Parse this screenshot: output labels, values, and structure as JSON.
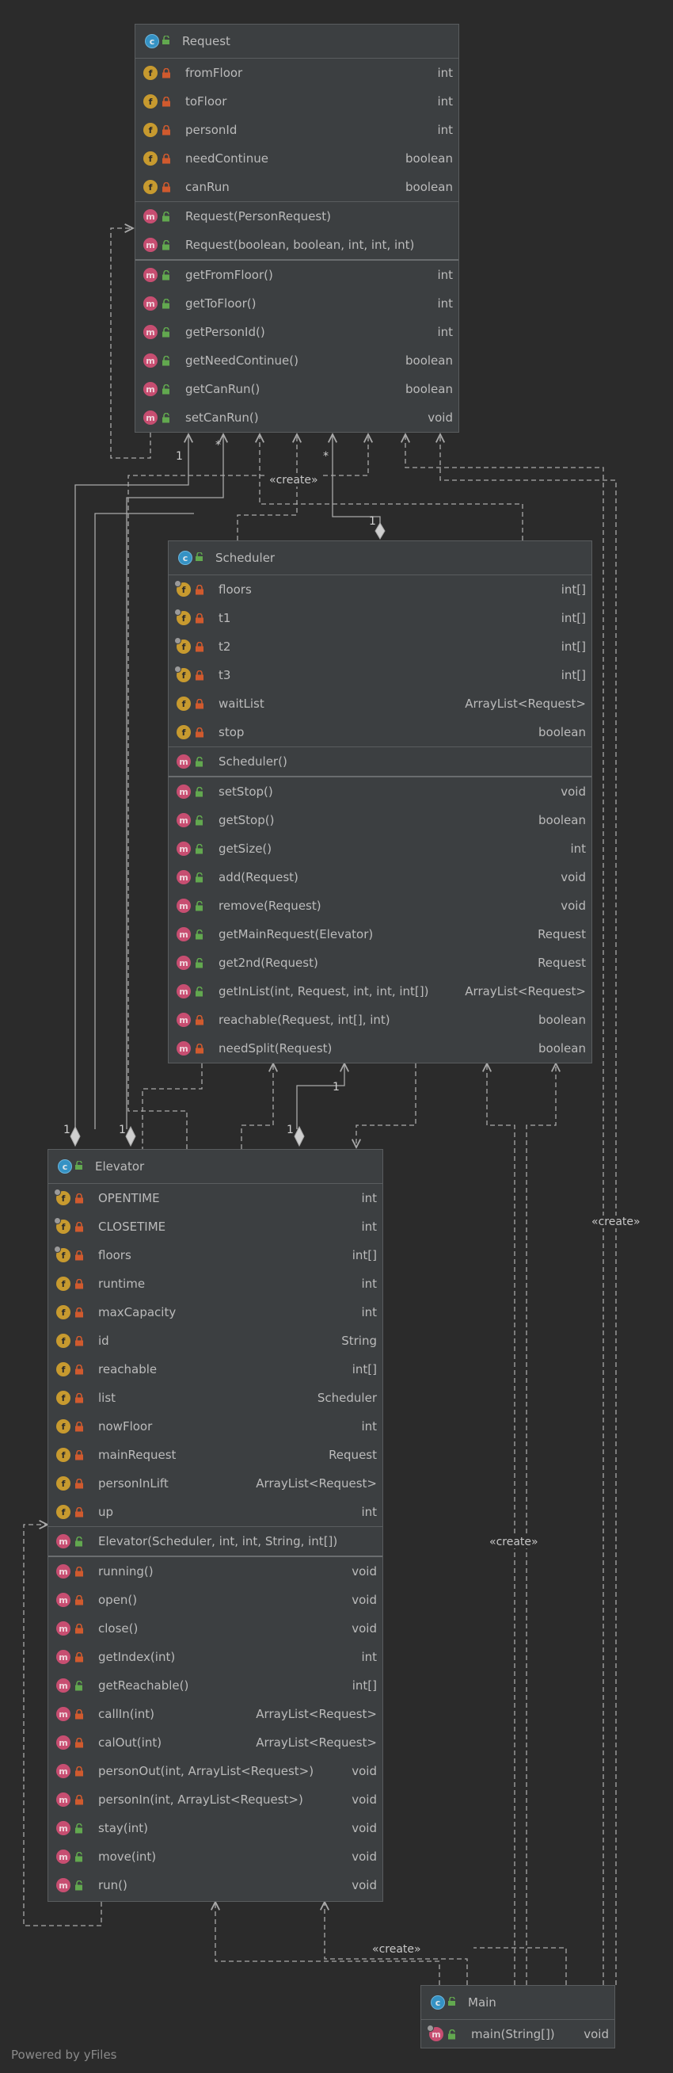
{
  "classes": {
    "request": {
      "name": "Request",
      "fields": [
        {
          "name": "fromFloor",
          "type": "int",
          "icon": "f",
          "vis": "private"
        },
        {
          "name": "toFloor",
          "type": "int",
          "icon": "f",
          "vis": "private"
        },
        {
          "name": "personId",
          "type": "int",
          "icon": "f",
          "vis": "private"
        },
        {
          "name": "needContinue",
          "type": "boolean",
          "icon": "f",
          "vis": "private"
        },
        {
          "name": "canRun",
          "type": "boolean",
          "icon": "f",
          "vis": "private"
        }
      ],
      "constructors": [
        {
          "name": "Request(PersonRequest)",
          "type": "",
          "icon": "m",
          "vis": "public"
        },
        {
          "name": "Request(boolean, boolean, int, int, int)",
          "type": "",
          "icon": "m",
          "vis": "public"
        }
      ],
      "methods": [
        {
          "name": "getFromFloor()",
          "type": "int",
          "icon": "m",
          "vis": "public"
        },
        {
          "name": "getToFloor()",
          "type": "int",
          "icon": "m",
          "vis": "public"
        },
        {
          "name": "getPersonId()",
          "type": "int",
          "icon": "m",
          "vis": "public"
        },
        {
          "name": "getNeedContinue()",
          "type": "boolean",
          "icon": "m",
          "vis": "public"
        },
        {
          "name": "getCanRun()",
          "type": "boolean",
          "icon": "m",
          "vis": "public"
        },
        {
          "name": "setCanRun()",
          "type": "void",
          "icon": "m",
          "vis": "public"
        }
      ]
    },
    "scheduler": {
      "name": "Scheduler",
      "fields": [
        {
          "name": "floors",
          "type": "int[]",
          "icon": "f",
          "vis": "private",
          "static": true
        },
        {
          "name": "t1",
          "type": "int[]",
          "icon": "f",
          "vis": "private",
          "static": true
        },
        {
          "name": "t2",
          "type": "int[]",
          "icon": "f",
          "vis": "private",
          "static": true
        },
        {
          "name": "t3",
          "type": "int[]",
          "icon": "f",
          "vis": "private",
          "static": true
        },
        {
          "name": "waitList",
          "type": "ArrayList<Request>",
          "icon": "f",
          "vis": "private"
        },
        {
          "name": "stop",
          "type": "boolean",
          "icon": "f",
          "vis": "private"
        }
      ],
      "constructors": [
        {
          "name": "Scheduler()",
          "type": "",
          "icon": "m",
          "vis": "public"
        }
      ],
      "methods": [
        {
          "name": "setStop()",
          "type": "void",
          "icon": "m",
          "vis": "public"
        },
        {
          "name": "getStop()",
          "type": "boolean",
          "icon": "m",
          "vis": "public"
        },
        {
          "name": "getSize()",
          "type": "int",
          "icon": "m",
          "vis": "public"
        },
        {
          "name": "add(Request)",
          "type": "void",
          "icon": "m",
          "vis": "public"
        },
        {
          "name": "remove(Request)",
          "type": "void",
          "icon": "m",
          "vis": "public"
        },
        {
          "name": "getMainRequest(Elevator)",
          "type": "Request",
          "icon": "m",
          "vis": "public"
        },
        {
          "name": "get2nd(Request)",
          "type": "Request",
          "icon": "m",
          "vis": "public"
        },
        {
          "name": "getInList(int, Request, int, int, int[])",
          "type": "ArrayList<Request>",
          "icon": "m",
          "vis": "public"
        },
        {
          "name": "reachable(Request, int[], int)",
          "type": "boolean",
          "icon": "m",
          "vis": "private"
        },
        {
          "name": "needSplit(Request)",
          "type": "boolean",
          "icon": "m",
          "vis": "private"
        }
      ]
    },
    "elevator": {
      "name": "Elevator",
      "fields": [
        {
          "name": "OPENTIME",
          "type": "int",
          "icon": "f",
          "vis": "private",
          "static": true
        },
        {
          "name": "CLOSETIME",
          "type": "int",
          "icon": "f",
          "vis": "private",
          "static": true
        },
        {
          "name": "floors",
          "type": "int[]",
          "icon": "f",
          "vis": "private",
          "static": true
        },
        {
          "name": "runtime",
          "type": "int",
          "icon": "f",
          "vis": "private"
        },
        {
          "name": "maxCapacity",
          "type": "int",
          "icon": "f",
          "vis": "private"
        },
        {
          "name": "id",
          "type": "String",
          "icon": "f",
          "vis": "private"
        },
        {
          "name": "reachable",
          "type": "int[]",
          "icon": "f",
          "vis": "private"
        },
        {
          "name": "list",
          "type": "Scheduler",
          "icon": "f",
          "vis": "private"
        },
        {
          "name": "nowFloor",
          "type": "int",
          "icon": "f",
          "vis": "private"
        },
        {
          "name": "mainRequest",
          "type": "Request",
          "icon": "f",
          "vis": "private"
        },
        {
          "name": "personInLift",
          "type": "ArrayList<Request>",
          "icon": "f",
          "vis": "private"
        },
        {
          "name": "up",
          "type": "int",
          "icon": "f",
          "vis": "private"
        }
      ],
      "constructors": [
        {
          "name": "Elevator(Scheduler, int, int, String, int[])",
          "type": "",
          "icon": "m",
          "vis": "public"
        }
      ],
      "methods": [
        {
          "name": "running()",
          "type": "void",
          "icon": "m",
          "vis": "private"
        },
        {
          "name": "open()",
          "type": "void",
          "icon": "m",
          "vis": "private"
        },
        {
          "name": "close()",
          "type": "void",
          "icon": "m",
          "vis": "private"
        },
        {
          "name": "getIndex(int)",
          "type": "int",
          "icon": "m",
          "vis": "private"
        },
        {
          "name": "getReachable()",
          "type": "int[]",
          "icon": "m",
          "vis": "public"
        },
        {
          "name": "callIn(int)",
          "type": "ArrayList<Request>",
          "icon": "m",
          "vis": "private"
        },
        {
          "name": "calOut(int)",
          "type": "ArrayList<Request>",
          "icon": "m",
          "vis": "private"
        },
        {
          "name": "personOut(int, ArrayList<Request>)",
          "type": "void",
          "icon": "m",
          "vis": "private"
        },
        {
          "name": "personIn(int, ArrayList<Request>)",
          "type": "void",
          "icon": "m",
          "vis": "private"
        },
        {
          "name": "stay(int)",
          "type": "void",
          "icon": "m",
          "vis": "public"
        },
        {
          "name": "move(int)",
          "type": "void",
          "icon": "m",
          "vis": "public"
        },
        {
          "name": "run()",
          "type": "void",
          "icon": "m",
          "vis": "public"
        }
      ]
    },
    "main": {
      "name": "Main",
      "fields": [],
      "constructors": [],
      "methods": [
        {
          "name": "main(String[])",
          "type": "void",
          "icon": "m",
          "vis": "public",
          "static": true
        }
      ]
    }
  },
  "edge_labels": {
    "create_request": "«create»",
    "create_main_request": "«create»",
    "create_main_elevator": "«create»",
    "create_bottom": "«create»"
  },
  "multiplicities": {
    "elev_req_1": "1",
    "elev_req_star": "*",
    "sched_req_star": "*",
    "sched_req_1": "1",
    "sched_elev_1": "1",
    "elev_list_1": "1",
    "elev_mainreq_1": "1",
    "elev_sched_1": "1"
  },
  "icons": {
    "field": "f",
    "method": "m",
    "class": "c",
    "private_visibility": "lock-icon",
    "public_visibility": "unlock-icon"
  },
  "colors": {
    "background": "#2b2b2b",
    "class_body": "#3c3f41",
    "field_icon": "#c79a2f",
    "method_icon": "#c74e71",
    "class_icon": "#3592c4",
    "private_lock": "#d05a2e",
    "public_lock": "#62a84f"
  },
  "footer": "Powered by yFiles"
}
